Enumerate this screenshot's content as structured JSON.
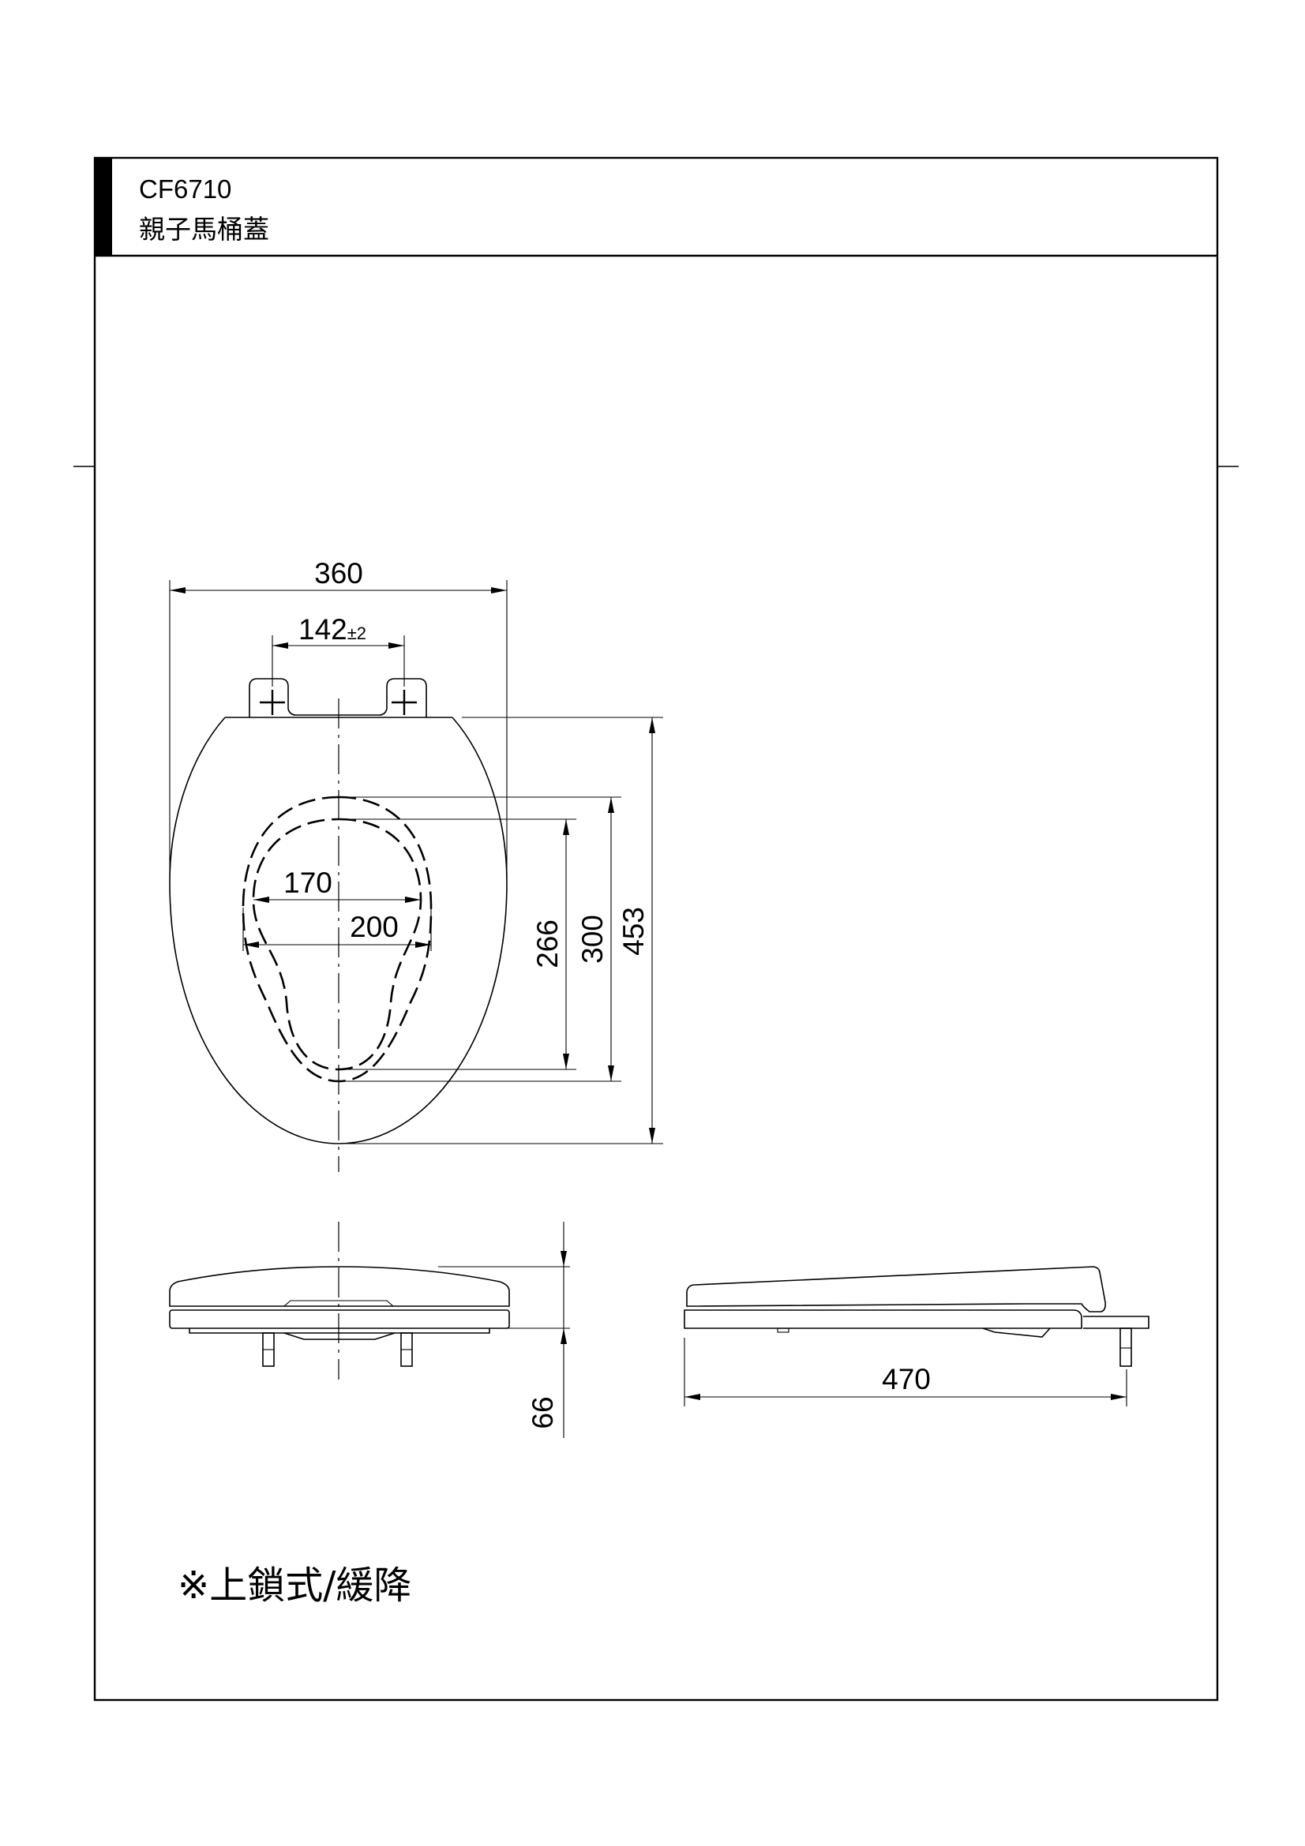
{
  "header": {
    "model": "CF6710",
    "product_name": "親子馬桶蓋"
  },
  "dimensions": {
    "overall_width": "360",
    "hinge_spacing": "142",
    "hinge_tolerance": "±2",
    "inner_width": "170",
    "outer_opening_width": "200",
    "inner_length": "266",
    "outer_opening_length": "300",
    "overall_length": "453",
    "height": "66",
    "side_length": "470"
  },
  "note": "※上鎖式/緩降"
}
